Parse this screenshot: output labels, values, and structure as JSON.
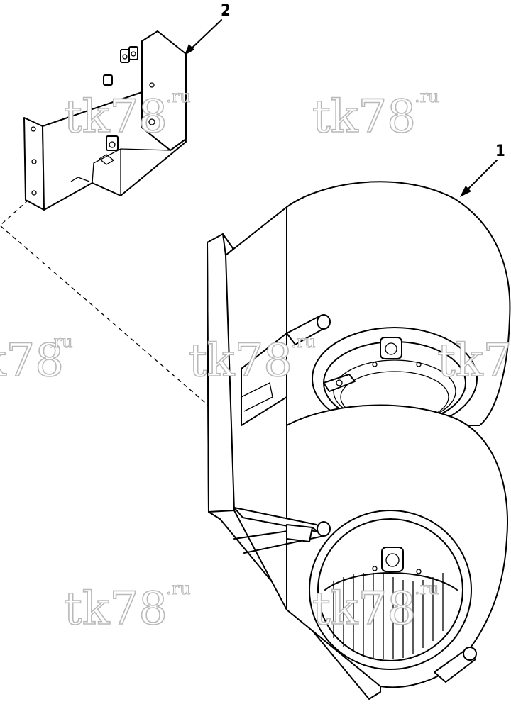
{
  "callouts": {
    "part_1": "1",
    "part_2": "2"
  },
  "watermark": {
    "main": "tk78",
    "suffix": ".ru"
  }
}
